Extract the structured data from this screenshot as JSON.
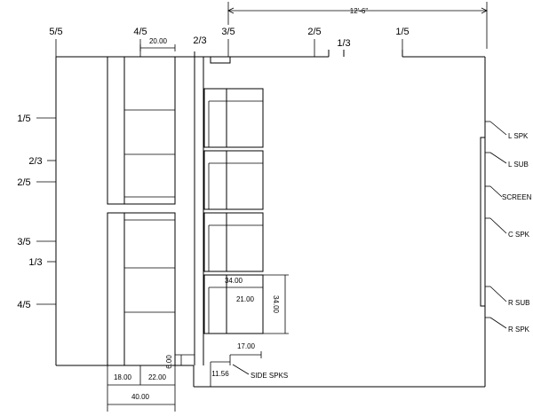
{
  "overall_dimension": "12'-6\"",
  "top_labels": [
    "5/5",
    "4/5",
    "2/3",
    "3/5",
    "2/5",
    "1/3",
    "1/5"
  ],
  "left_labels": [
    "1/5",
    "2/3",
    "2/5",
    "3/5",
    "1/3",
    "4/5"
  ],
  "right_labels": [
    "L SPK",
    "L SUB",
    "SCREEN",
    "C SPK",
    "R SUB",
    "R SPK"
  ],
  "dimensions": {
    "top_width": "20.00",
    "seat_depth": "34.00",
    "seat_inner": "21.00",
    "seat_height": "34.00",
    "small_gap": "6.00",
    "bottom_a": "18.00",
    "bottom_b": "22.00",
    "bottom_total": "40.00",
    "side_offset": "17.00",
    "side_width": "11.56"
  },
  "side_speakers_label": "SIDE SPKS"
}
